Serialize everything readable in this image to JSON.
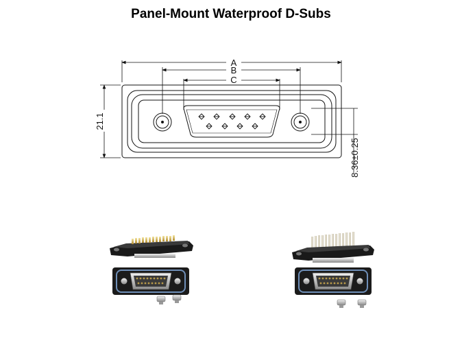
{
  "page": {
    "title": "Panel-Mount Waterproof D-Subs"
  },
  "drawing": {
    "dim_labels": {
      "a": "A",
      "b": "B",
      "c": "C",
      "height": "21.1",
      "offset": "8.36±0.25"
    },
    "connector_pin_count": 9
  },
  "photos": {
    "left": {
      "pin_style": "solder cup",
      "description_visible": false
    },
    "right": {
      "pin_style": "long PCB tail",
      "description_visible": false
    }
  }
}
